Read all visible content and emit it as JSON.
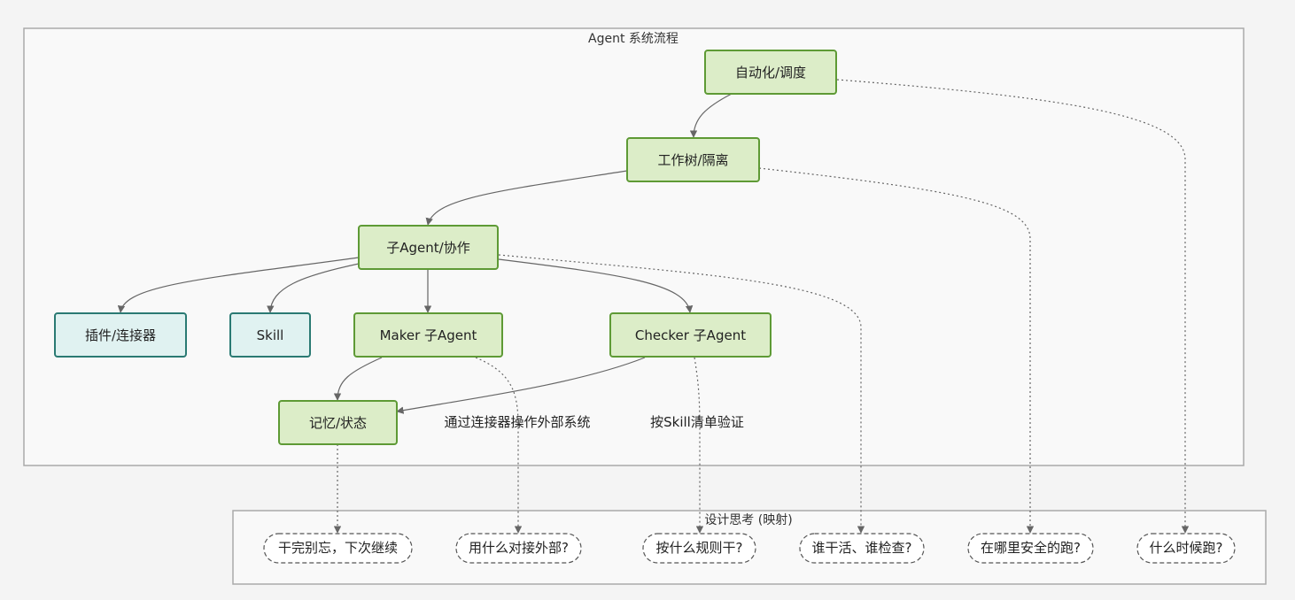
{
  "groups": {
    "system": {
      "label": "Agent 系统流程"
    },
    "design": {
      "label": "设计思考 (映射)"
    }
  },
  "nodes": {
    "automation": "自动化/调度",
    "worktree": "工作树/隔离",
    "subagent": "子Agent/协作",
    "plugin": "插件/连接器",
    "skill": "Skill",
    "maker": "Maker 子Agent",
    "checker": "Checker 子Agent",
    "memory": "记忆/状态"
  },
  "questions": {
    "continue": "干完别忘，下次继续",
    "external": "用什么对接外部?",
    "rules": "按什么规则干?",
    "who": "谁干活、谁检查?",
    "where": "在哪里安全的跑?",
    "when": "什么时候跑?"
  },
  "edge_labels": {
    "maker_connector": "通过连接器操作外部系统",
    "checker_skill": "按Skill清单验证"
  },
  "colors": {
    "green_fill": "#dcedc8",
    "green_stroke": "#5e9a35",
    "teal_fill": "#e0f2f1",
    "teal_stroke": "#2a7a73",
    "group_fill": "#f9f9f9",
    "group_stroke": "#aaaaaa",
    "edge": "#666666"
  }
}
